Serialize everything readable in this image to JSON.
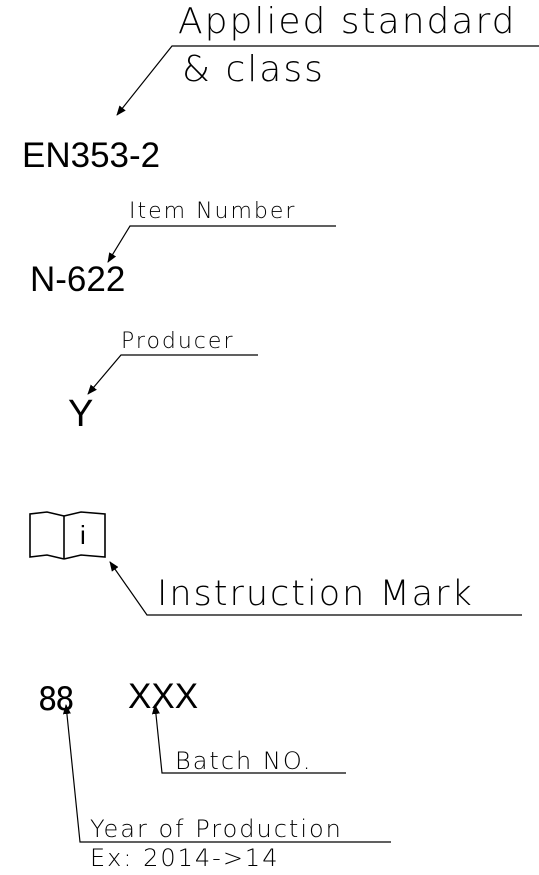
{
  "standard": {
    "callout_line1": "Applied standard",
    "callout_line2": "& class",
    "value": "EN353-2"
  },
  "item": {
    "callout": "Item Number",
    "value": "N-622"
  },
  "producer": {
    "callout": "Producer",
    "value": "Y"
  },
  "instruction": {
    "icon_letter": "i",
    "callout": "Instruction Mark"
  },
  "batch": {
    "year_placeholder": "88",
    "value": "XXX",
    "callout": "Batch NO."
  },
  "year": {
    "callout_line1": "Year of Production",
    "callout_line2": "Ex: 2014->14"
  },
  "colors": {
    "ink": "#000000",
    "background": "#ffffff"
  }
}
